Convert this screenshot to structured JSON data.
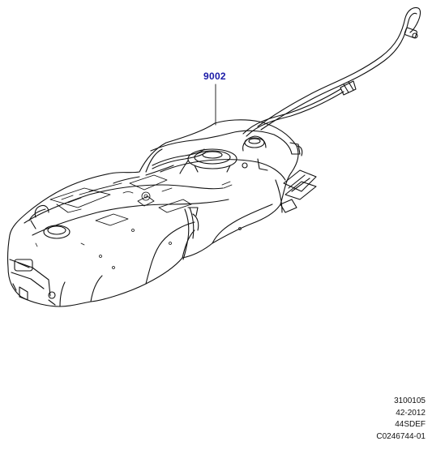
{
  "diagram": {
    "callout_part_number": "9002",
    "callout_color": "#1a1aa8",
    "reference_lines": [
      "3100105",
      "42-2012",
      "44SDEF",
      "C0246744-01"
    ]
  }
}
